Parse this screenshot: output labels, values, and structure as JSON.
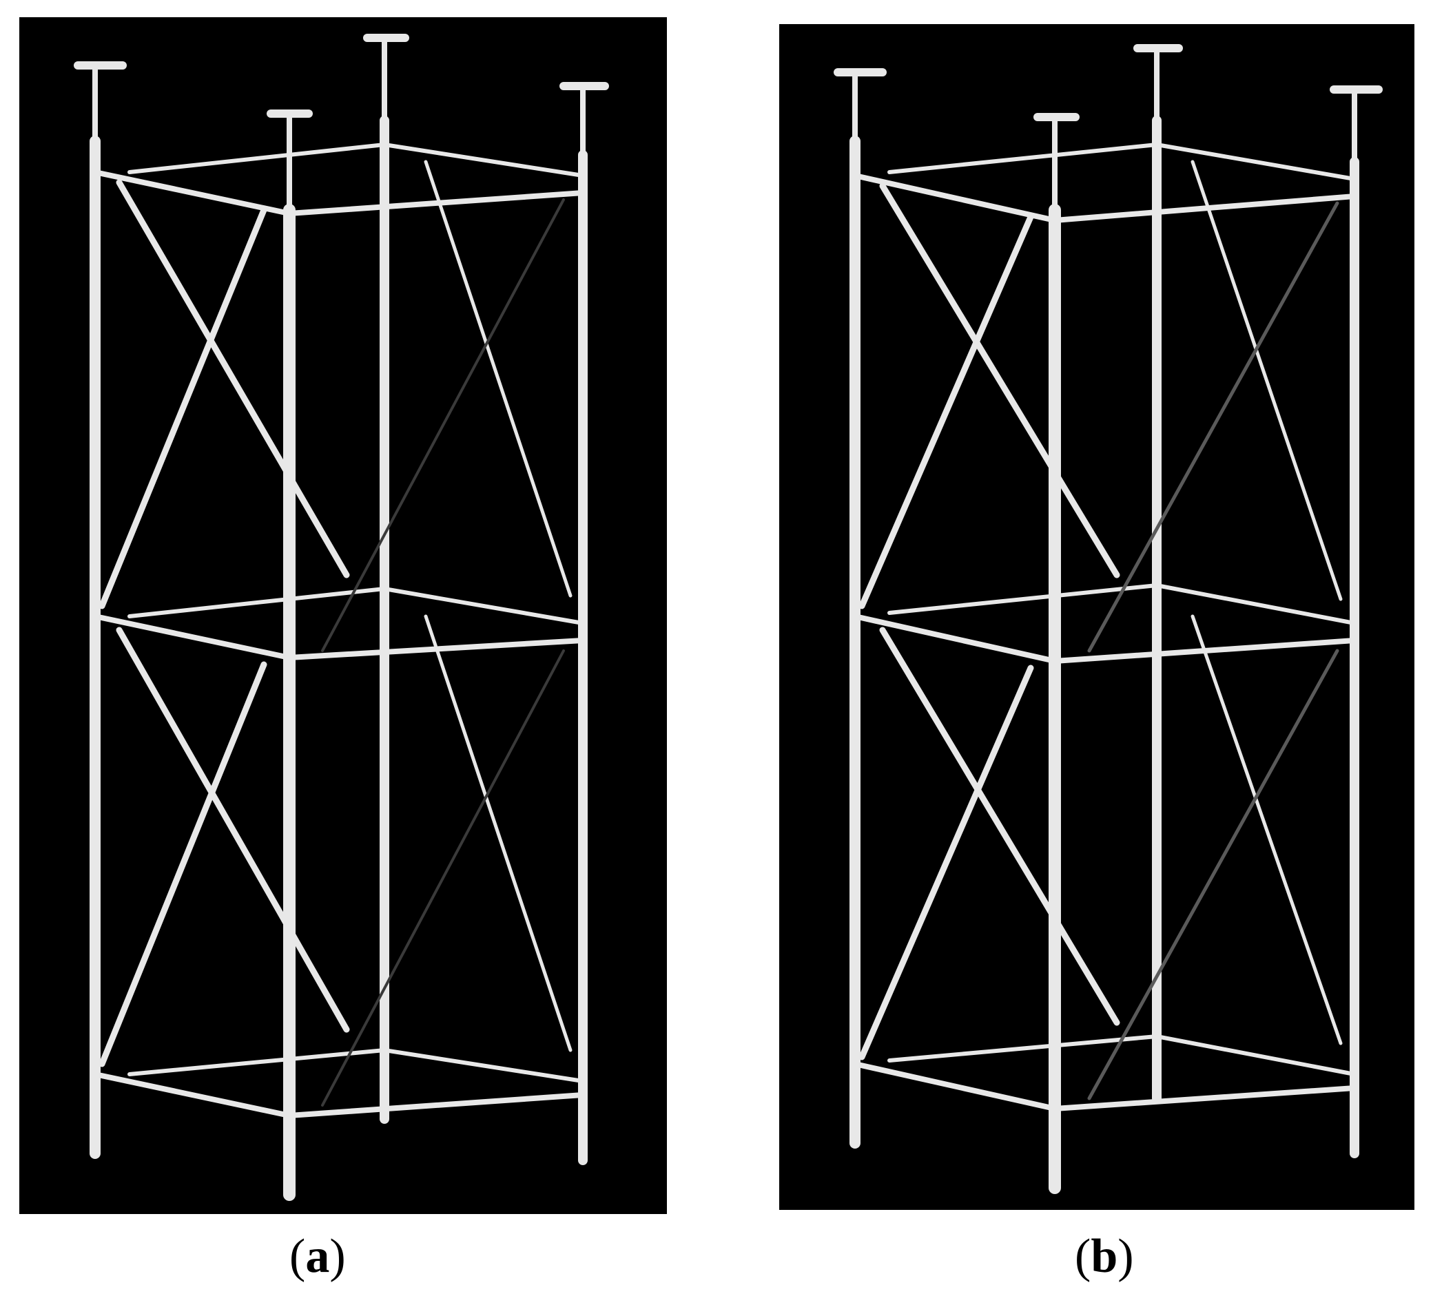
{
  "figure": {
    "panels": [
      {
        "id": "a",
        "letter": "a",
        "paren_open": "(",
        "paren_close": ")"
      },
      {
        "id": "b",
        "letter": "b",
        "paren_open": "(",
        "paren_close": ")"
      }
    ]
  },
  "colors": {
    "background": "#000000",
    "tube": "#e8e8e8",
    "page": "#ffffff"
  }
}
